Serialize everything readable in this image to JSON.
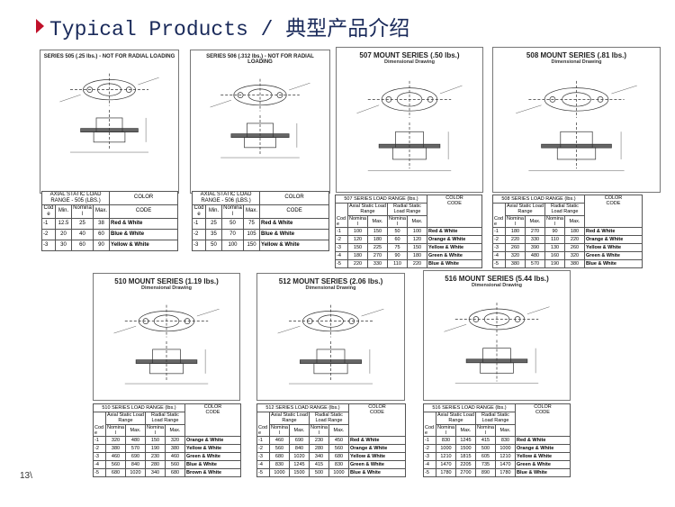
{
  "title": "Typical Products / 典型产品介绍",
  "page_number": "13\\",
  "accent": "#c0102a",
  "panels": [
    {
      "id": "505",
      "header": "SERIES 505 (.25 lbs.) - NOT FOR RADIAL LOADING",
      "table_title": "AXIAL STATIC LOAD RANGE - 505 (LBS.)",
      "cols": [
        "Code",
        "Min.",
        "Nominal",
        "Max."
      ],
      "color_header": [
        "COLOR",
        "CODE"
      ],
      "rows": [
        [
          "-1",
          "12.5",
          "25",
          "38",
          "Red & White"
        ],
        [
          "-2",
          "20",
          "40",
          "60",
          "Blue & White"
        ],
        [
          "-3",
          "30",
          "60",
          "90",
          "Yellow & White"
        ]
      ]
    },
    {
      "id": "506",
      "header": "SERIES 506 (.312 lbs.) - NOT FOR RADIAL LOADING",
      "table_title": "AXIAL STATIC LOAD RANGE - 506 (LBS.)",
      "cols": [
        "Code",
        "Min.",
        "Nominal",
        "Max."
      ],
      "color_header": [
        "COLOR",
        "CODE"
      ],
      "rows": [
        [
          "-1",
          "25",
          "50",
          "75",
          "Red & White"
        ],
        [
          "-2",
          "35",
          "70",
          "105",
          "Blue & White"
        ],
        [
          "-3",
          "50",
          "100",
          "150",
          "Yellow & White"
        ]
      ]
    },
    {
      "id": "507",
      "header": "507 MOUNT SERIES (.50 lbs.)",
      "sub": "Dimensional Drawing",
      "table_title": "507 SERIES LOAD RANGE (lbs.)",
      "groups": [
        "Axial Static Load Range",
        "Radial Static Load Range"
      ],
      "cols": [
        "Code",
        "Nominal",
        "Max.",
        "Nominal",
        "Max."
      ],
      "color_header": [
        "COLOR",
        "CODE"
      ],
      "rows": [
        [
          "-1",
          "100",
          "150",
          "50",
          "100",
          "Red & White"
        ],
        [
          "-2",
          "120",
          "180",
          "60",
          "120",
          "Orange & White"
        ],
        [
          "-3",
          "150",
          "225",
          "75",
          "150",
          "Yellow & White"
        ],
        [
          "-4",
          "180",
          "270",
          "90",
          "180",
          "Green & White"
        ],
        [
          "-5",
          "220",
          "330",
          "110",
          "220",
          "Blue & White"
        ]
      ]
    },
    {
      "id": "508",
      "header": "508 MOUNT SERIES (.81 lbs.)",
      "sub": "Dimensional Drawing",
      "table_title": "508 SERIES LOAD RANGE (lbs.)",
      "groups": [
        "Axial Static Load Range",
        "Radial Static Load Range"
      ],
      "cols": [
        "Code",
        "Nominal",
        "Max.",
        "Nominal",
        "Max."
      ],
      "color_header": [
        "COLOR",
        "CODE"
      ],
      "rows": [
        [
          "-1",
          "180",
          "270",
          "90",
          "180",
          "Red & White"
        ],
        [
          "-2",
          "220",
          "330",
          "110",
          "220",
          "Orange & White"
        ],
        [
          "-3",
          "260",
          "390",
          "130",
          "260",
          "Yellow & White"
        ],
        [
          "-4",
          "320",
          "480",
          "160",
          "320",
          "Green & White"
        ],
        [
          "-5",
          "380",
          "570",
          "190",
          "380",
          "Blue & White"
        ]
      ]
    },
    {
      "id": "510",
      "header": "510 MOUNT SERIES (1.19 lbs.)",
      "sub": "Dimensional Drawing",
      "table_title": "510 SERIES LOAD RANGE (lbs.)",
      "groups": [
        "Axial Static Load Range",
        "Radial Static Load Range"
      ],
      "cols": [
        "Code",
        "Nominal",
        "Max.",
        "Nominal",
        "Max."
      ],
      "color_header": [
        "COLOR",
        "CODE"
      ],
      "rows": [
        [
          "-1",
          "320",
          "480",
          "150",
          "320",
          "Orange & White"
        ],
        [
          "-2",
          "380",
          "570",
          "190",
          "380",
          "Yellow & White"
        ],
        [
          "-3",
          "460",
          "690",
          "230",
          "460",
          "Green & White"
        ],
        [
          "-4",
          "560",
          "840",
          "280",
          "560",
          "Blue & White"
        ],
        [
          "-5",
          "680",
          "1020",
          "340",
          "680",
          "Brown & White"
        ]
      ]
    },
    {
      "id": "512",
      "header": "512 MOUNT SERIES (2.06 lbs.)",
      "sub": "Dimensional Drawing",
      "table_title": "512 SERIES LOAD RANGE (lbs.)",
      "groups": [
        "Axial Static Load Range",
        "Radial Static Load Range"
      ],
      "cols": [
        "Code",
        "Nominal",
        "Max.",
        "Nominal",
        "Max."
      ],
      "color_header": [
        "COLOR",
        "CODE"
      ],
      "rows": [
        [
          "-1",
          "460",
          "690",
          "230",
          "450",
          "Red & White"
        ],
        [
          "-2",
          "560",
          "840",
          "280",
          "560",
          "Orange & White"
        ],
        [
          "-3",
          "680",
          "1020",
          "340",
          "680",
          "Yellow & White"
        ],
        [
          "-4",
          "830",
          "1245",
          "415",
          "830",
          "Green & White"
        ],
        [
          "-5",
          "1000",
          "1500",
          "500",
          "1000",
          "Blue & White"
        ]
      ]
    },
    {
      "id": "516",
      "header": "516 MOUNT SERIES (5.44 lbs.)",
      "sub": "Dimensional Drawing",
      "table_title": "516 SERIES LOAD RANGE (lbs.)",
      "groups": [
        "Axial Static Load Range",
        "Radial Static Load Range"
      ],
      "cols": [
        "Code",
        "Nominal",
        "Max.",
        "Nominal",
        "Max."
      ],
      "color_header": [
        "COLOR",
        "CODE"
      ],
      "rows": [
        [
          "-1",
          "830",
          "1245",
          "415",
          "830",
          "Red & White"
        ],
        [
          "-2",
          "1000",
          "1500",
          "500",
          "1000",
          "Orange & White"
        ],
        [
          "-3",
          "1210",
          "1815",
          "605",
          "1210",
          "Yellow & White"
        ],
        [
          "-4",
          "1470",
          "2205",
          "735",
          "1470",
          "Green & White"
        ],
        [
          "-5",
          "1780",
          "2700",
          "890",
          "1780",
          "Blue & White"
        ]
      ]
    }
  ]
}
